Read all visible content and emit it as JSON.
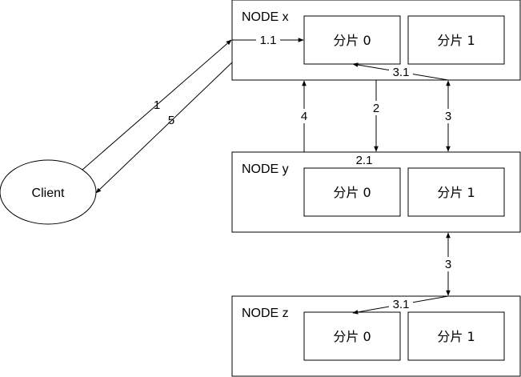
{
  "client": {
    "label": "Client"
  },
  "nodes": [
    {
      "id": "x",
      "label": "NODE x",
      "shards": [
        "分片 0",
        "分片 1"
      ]
    },
    {
      "id": "y",
      "label": "NODE y",
      "shards": [
        "分片 0",
        "分片 1"
      ]
    },
    {
      "id": "z",
      "label": "NODE z",
      "shards": [
        "分片 0",
        "分片 1"
      ]
    }
  ],
  "edge_labels": {
    "client_to_x": "1",
    "x_to_client": "5",
    "x_to_shard0": "1.1",
    "x_to_y": "2",
    "y_to_shard0": "2.1",
    "y_to_x": "4",
    "x_y_replica": "3",
    "x_replica_to_shard0": "3.1",
    "y_z_replica": "3",
    "z_replica_to_shard0": "3.1"
  },
  "colors": {
    "stroke": "#000000",
    "fill": "#ffffff"
  }
}
